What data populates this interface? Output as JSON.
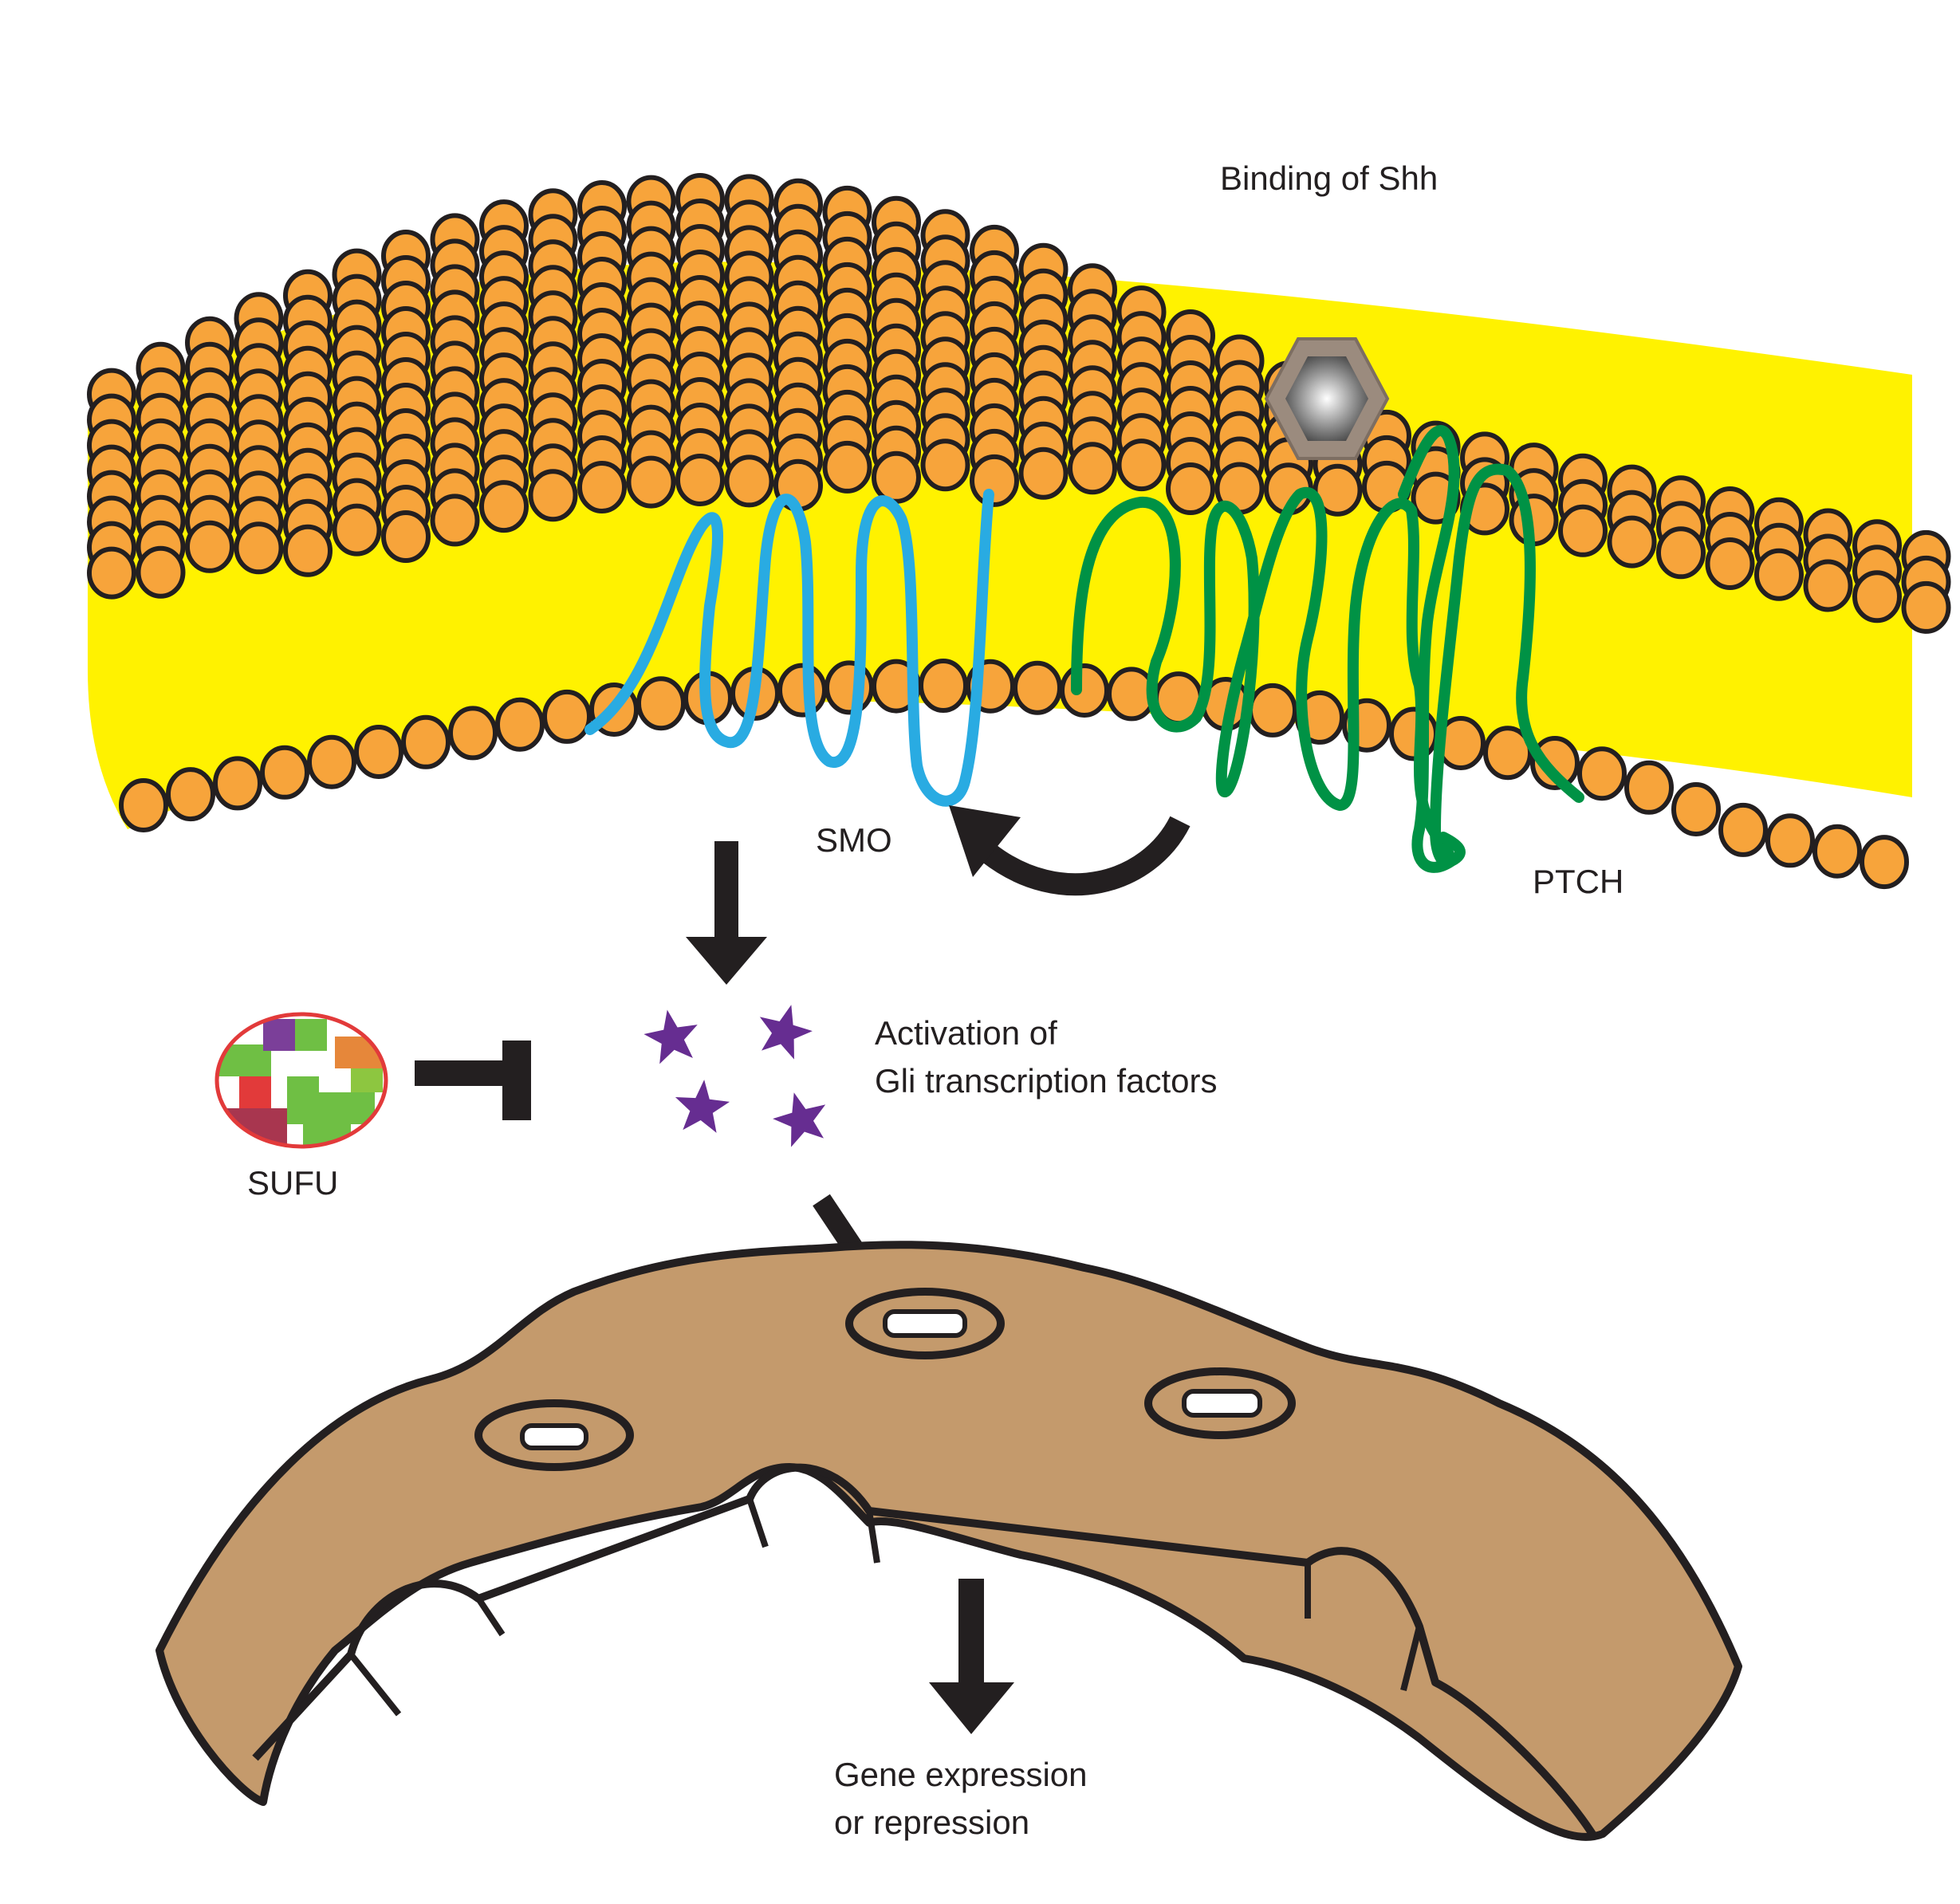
{
  "labels": {
    "binding": "Binding of Shh",
    "smo": "SMO",
    "ptch": "PTCH",
    "sufu": "SUFU",
    "activation_line1": "Activation of",
    "activation_line2": "Gli transcription factors",
    "gene_line1": "Gene expression",
    "gene_line2": "or repression"
  },
  "colors": {
    "lipid_head": "#f7a43b",
    "outline": "#231f20",
    "membrane_core": "#fff200",
    "smo": "#29abe2",
    "ptch": "#009245",
    "shh_outer": "#9b8b7e",
    "gli_star": "#662d91",
    "nucleus": "#c49a6c"
  },
  "icons": {
    "shh": "hexagon-ligand",
    "gli": "star",
    "sufu": "puzzle-oval"
  }
}
